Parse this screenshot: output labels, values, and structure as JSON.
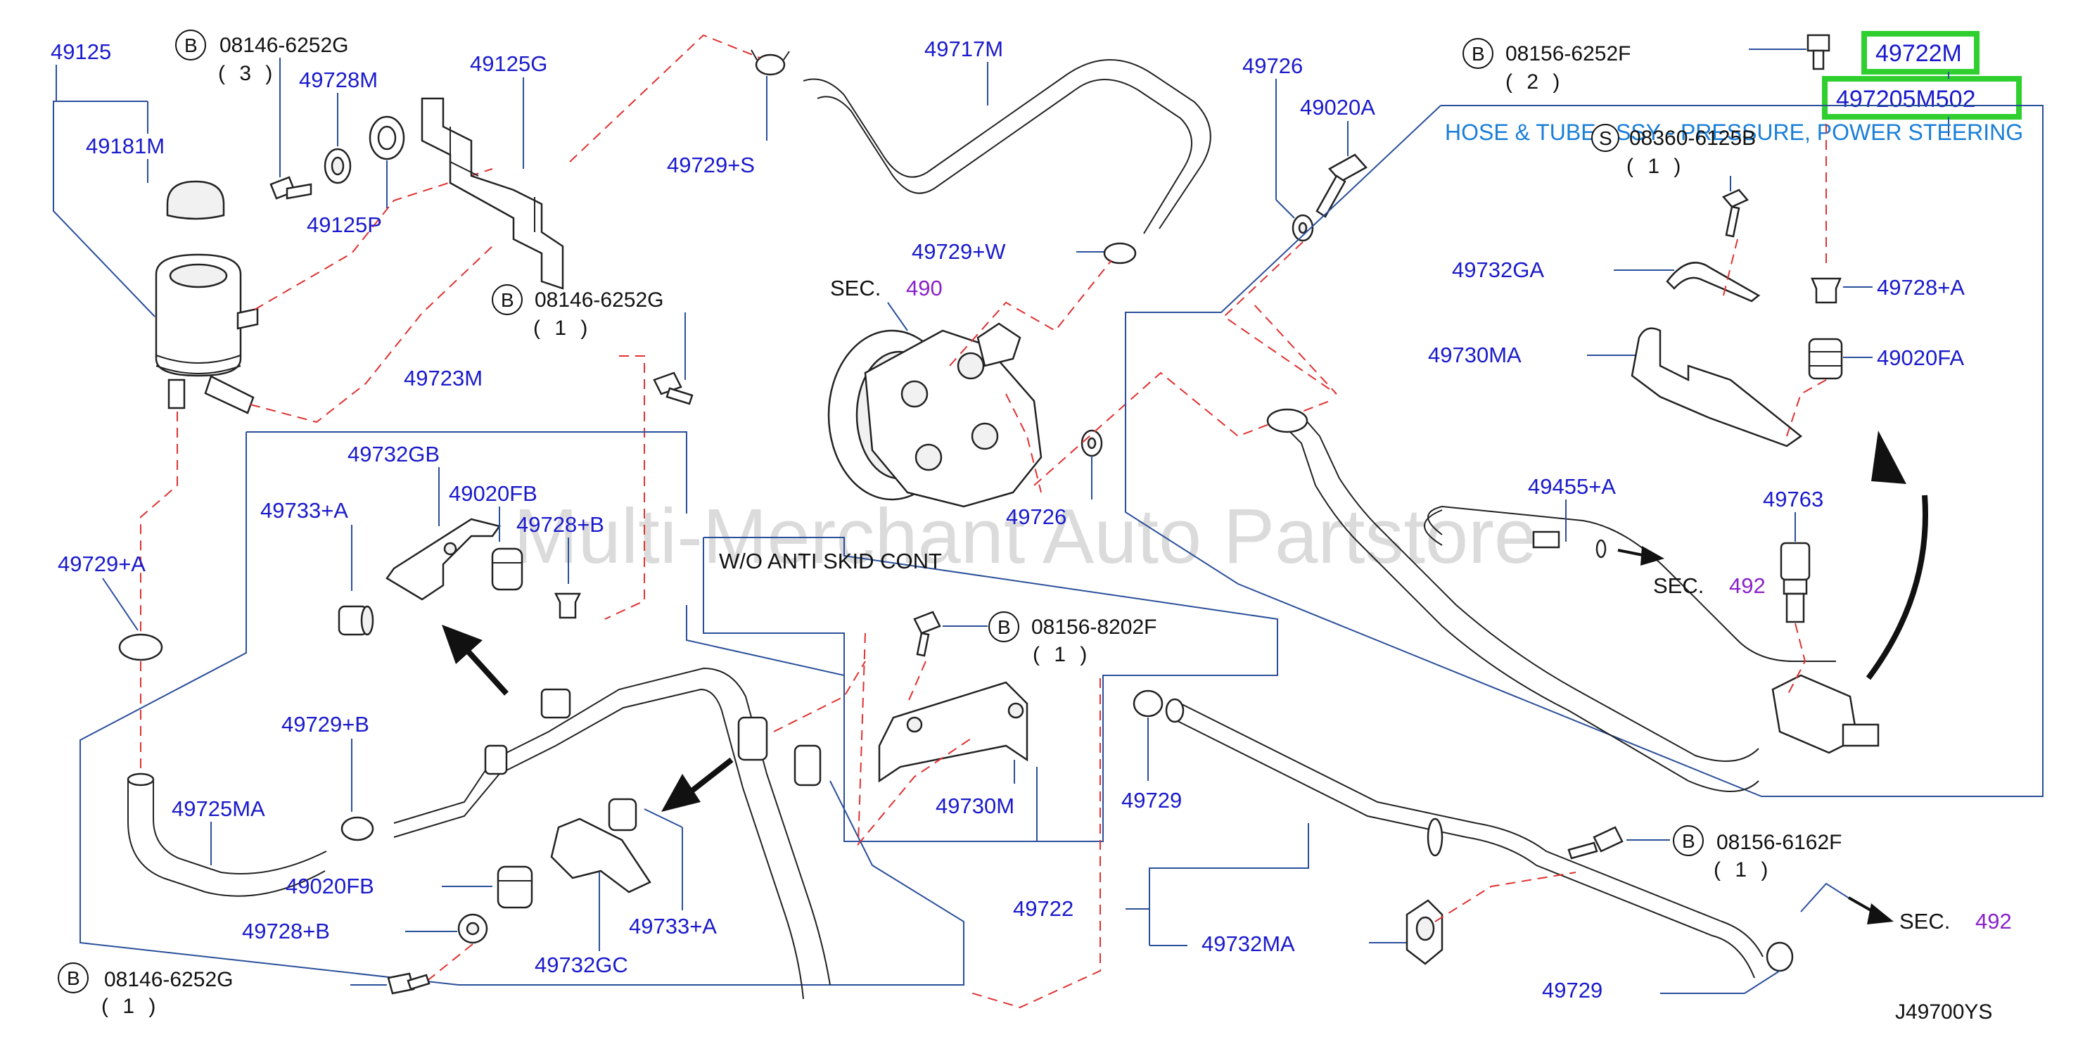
{
  "diagram": {
    "watermark": "Multi-Merchant Auto Partstore",
    "drawing_code": "J49700YS",
    "hose_assy_name": "HOSE & TUBE ASSY - PRESSURE, POWER STEERING",
    "highlighted_parts": [
      "49722M",
      "497205M502"
    ],
    "labels": {
      "p49125": "49125",
      "p49181M": "49181M",
      "p49728M": "49728M",
      "p49125P": "49125P",
      "p49125G": "49125G",
      "p49717M": "49717M",
      "p49729S": "49729+S",
      "p49729W": "49729+W",
      "p49726a": "49726",
      "p49020A": "49020A",
      "p49726b": "49726",
      "p49732GA": "49732GA",
      "p49728A": "49728+A",
      "p49730MA": "49730MA",
      "p49020FA": "49020FA",
      "p49723M": "49723M",
      "p49732GB": "49732GB",
      "p49020FB_a": "49020FB",
      "p49733A_a": "49733+A",
      "p49728B_a": "49728+B",
      "p49729A": "49729+A",
      "p49729B": "49729+B",
      "p49725MA": "49725MA",
      "p49020FB_b": "49020FB",
      "p49728B_b": "49728+B",
      "p49732GC": "49732GC",
      "p49733A_b": "49733+A",
      "p49730M": "49730M",
      "p49729a": "49729",
      "p49722": "49722",
      "p49732MA": "49732MA",
      "p49729b": "49729",
      "p49455A": "49455+A",
      "p49763": "49763"
    },
    "fasteners": [
      {
        "letter": "B",
        "code": "08146-6252G",
        "qty": "( 3 )"
      },
      {
        "letter": "B",
        "code": "08146-6252G",
        "qty": "( 1 )"
      },
      {
        "letter": "B",
        "code": "08156-6252F",
        "qty": "( 2 )"
      },
      {
        "letter": "S",
        "code": "08360-6125B",
        "qty": "( 1 )"
      },
      {
        "letter": "B",
        "code": "08156-8202F",
        "qty": "( 1 )"
      },
      {
        "letter": "B",
        "code": "08156-6162F",
        "qty": "( 1 )"
      },
      {
        "letter": "B",
        "code": "08146-6252G",
        "qty": "( 1 )"
      }
    ],
    "sections": [
      {
        "prefix": "SEC.",
        "num": "490"
      },
      {
        "prefix": "SEC.",
        "num": "492"
      },
      {
        "prefix": "SEC.",
        "num": "492"
      }
    ],
    "variant_note": "W/O ANTI SKID CONT",
    "colors": {
      "label": "#1a1acc",
      "leader": "#2a4f9a",
      "dashed": "#e03131",
      "highlight": "#2fcf2f",
      "section_number": "#8a22c9",
      "hose_name": "#1a7fd8"
    }
  }
}
